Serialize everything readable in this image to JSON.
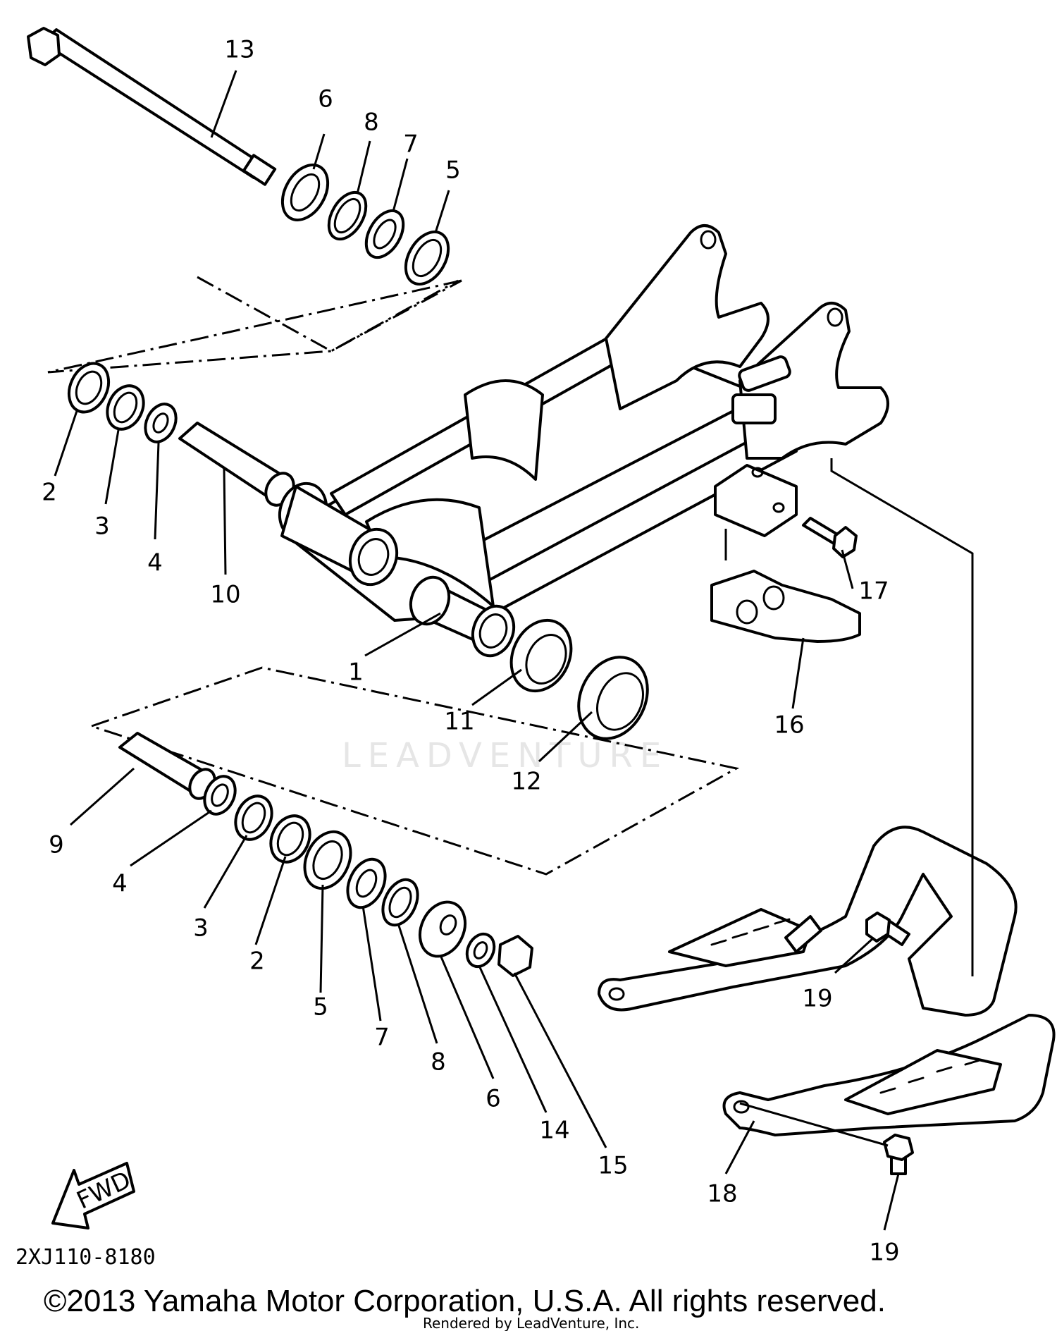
{
  "diagram": {
    "watermark": "LEADVENTURE",
    "drawing_code": "2XJ110-8180",
    "fwd_label": "FWD",
    "copyright": "©2013 Yamaha Motor Corporation, U.S.A. All rights reserved.",
    "rendered_by": "Rendered by LeadVenture, Inc.",
    "callouts": {
      "c13": "13",
      "c6a": "6",
      "c8a": "8",
      "c7a": "7",
      "c5a": "5",
      "c2a": "2",
      "c3a": "3",
      "c4a": "4",
      "c10": "10",
      "c1": "1",
      "c11": "11",
      "c12": "12",
      "c16": "16",
      "c17": "17",
      "c9": "9",
      "c4b": "4",
      "c3b": "3",
      "c2b": "2",
      "c5b": "5",
      "c7b": "7",
      "c8b": "8",
      "c6b": "6",
      "c14": "14",
      "c15": "15",
      "c19a": "19",
      "c18": "18",
      "c19b": "19"
    }
  }
}
